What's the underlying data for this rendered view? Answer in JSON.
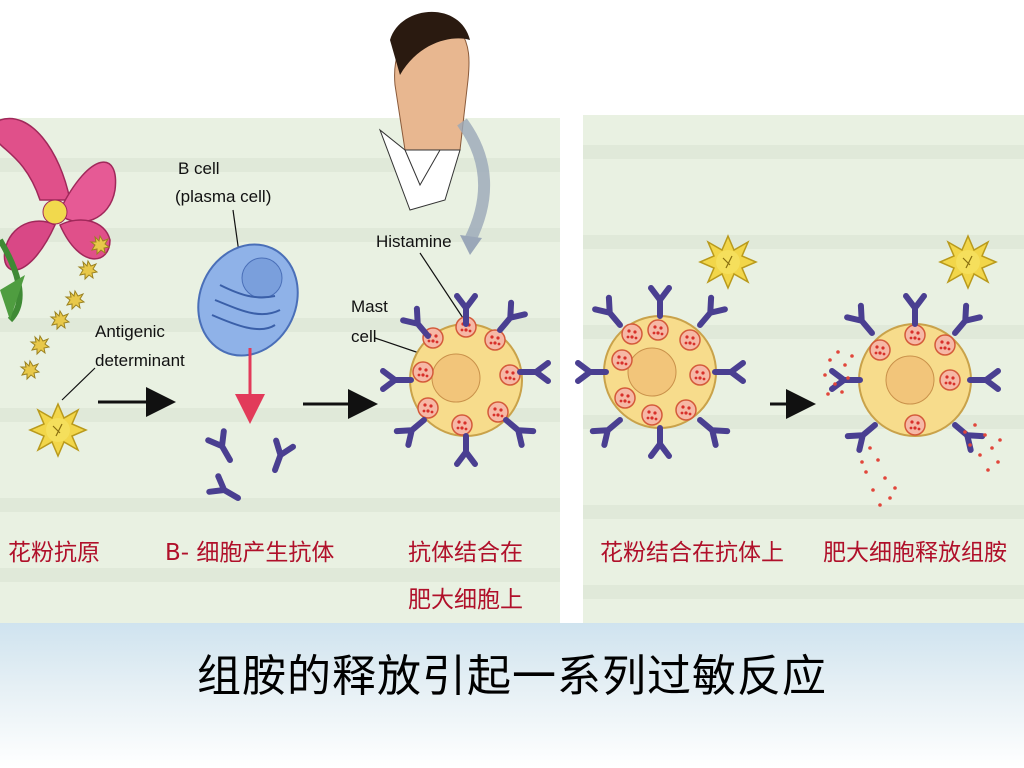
{
  "colors": {
    "panel_bg": "#e9f1e2",
    "label_red": "#b0102a",
    "antibody_purple": "#4a3f91",
    "mast_cell": "#f7dc8c",
    "pollen_yellow": "#f2d64a",
    "bcell_blue": "#8fb2e8",
    "histamine_red": "#e1463b"
  },
  "labels": {
    "bcell_line1": "B cell",
    "bcell_line2": "(plasma cell)",
    "antigenic_line1": "Antigenic",
    "antigenic_line2": "determinant",
    "histamine": "Histamine",
    "mast_line1": "Mast",
    "mast_line2": "cell"
  },
  "captions": {
    "pollen_antigen": "花粉抗原",
    "bcell_produce": "B- 细胞产生抗体",
    "antibody_bind_line1": "抗体结合在",
    "antibody_bind_line2": "肥大细胞上",
    "pollen_bind": "花粉结合在抗体上",
    "mast_release": "肥大细胞释放组胺"
  },
  "main_caption": "组胺的释放引起一系列过敏反应"
}
